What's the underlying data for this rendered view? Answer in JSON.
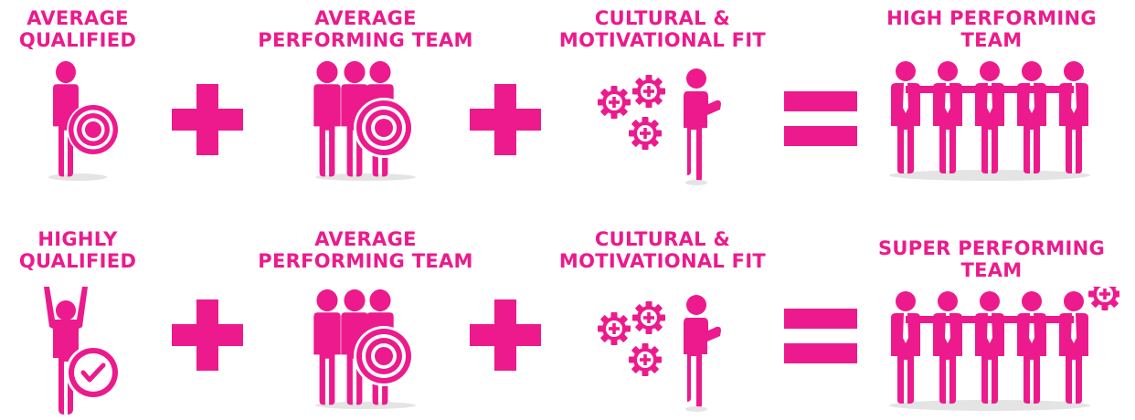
{
  "colors": {
    "accent": "#ec1a8c",
    "shadow": "#e4e4e4",
    "background": "#ffffff"
  },
  "equations": [
    {
      "terms": [
        {
          "line1": "AVERAGE",
          "line2": "QUALIFIED",
          "icon": "person-with-target-icon"
        },
        {
          "line1": "AVERAGE",
          "line2": "PERFORMING TEAM",
          "icon": "team-with-target-icon"
        },
        {
          "line1": "CULTURAL &",
          "line2": "MOTIVATIONAL FIT",
          "icon": "person-with-gears-icon"
        },
        {
          "line1": "HIGH PERFORMING",
          "line2": "TEAM",
          "icon": "team-of-five-icon"
        }
      ],
      "operators": [
        "plus",
        "plus",
        "equals"
      ]
    },
    {
      "terms": [
        {
          "line1": "HIGHLY",
          "line2": "QUALIFIED",
          "icon": "person-arms-up-with-check-icon"
        },
        {
          "line1": "AVERAGE",
          "line2": "PERFORMING TEAM",
          "icon": "team-with-target-icon"
        },
        {
          "line1": "CULTURAL &",
          "line2": "MOTIVATIONAL FIT",
          "icon": "person-with-gears-icon"
        },
        {
          "line1": "SUPER PERFORMING",
          "line2": "TEAM",
          "icon": "team-of-five-with-gear-icon"
        }
      ],
      "operators": [
        "plus",
        "plus",
        "equals"
      ]
    }
  ]
}
